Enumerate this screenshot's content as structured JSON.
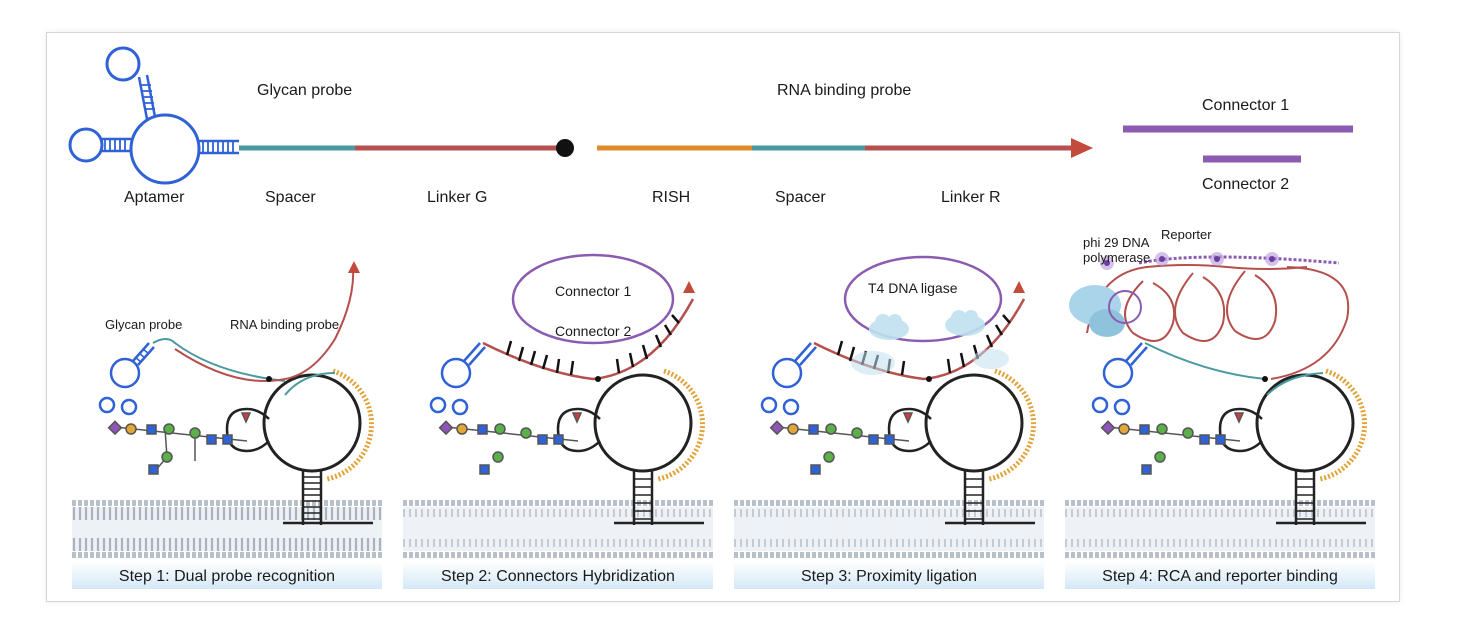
{
  "top_labels": {
    "glycan_probe": "Glycan  probe",
    "rna_binding_probe": "RNA binding probe",
    "aptamer": "Aptamer",
    "spacer_1": "Spacer",
    "linker_g": "Linker G",
    "rish": "RISH",
    "spacer_2": "Spacer",
    "linker_r": "Linker R",
    "connector_1": "Connector 1",
    "connector_2": "Connector 2"
  },
  "panel1": {
    "glycan_probe": "Glycan  probe",
    "rna_binding_probe": "RNA binding probe",
    "caption": "Step 1: Dual probe recognition"
  },
  "panel2": {
    "connector_1": "Connector 1",
    "connector_2": "Connector 2",
    "caption": "Step 2: Connectors Hybridization"
  },
  "panel3": {
    "ligase": "T4 DNA ligase",
    "caption": "Step 3: Proximity ligation"
  },
  "panel4": {
    "polymerase_line1": "phi 29 DNA",
    "polymerase_line2": "polymerase",
    "reporter": "Reporter",
    "caption": "Step 4: RCA and reporter binding"
  },
  "colors": {
    "aptamer_blue": "#2f62d6",
    "spacer_teal": "#4a9aa0",
    "linker_red": "#b5504e",
    "rish_orange": "#e08a2a",
    "connector_purple": "#8a5bb0",
    "membrane_gray": "#a9b1bb",
    "caption_band": "#dcecf8"
  }
}
